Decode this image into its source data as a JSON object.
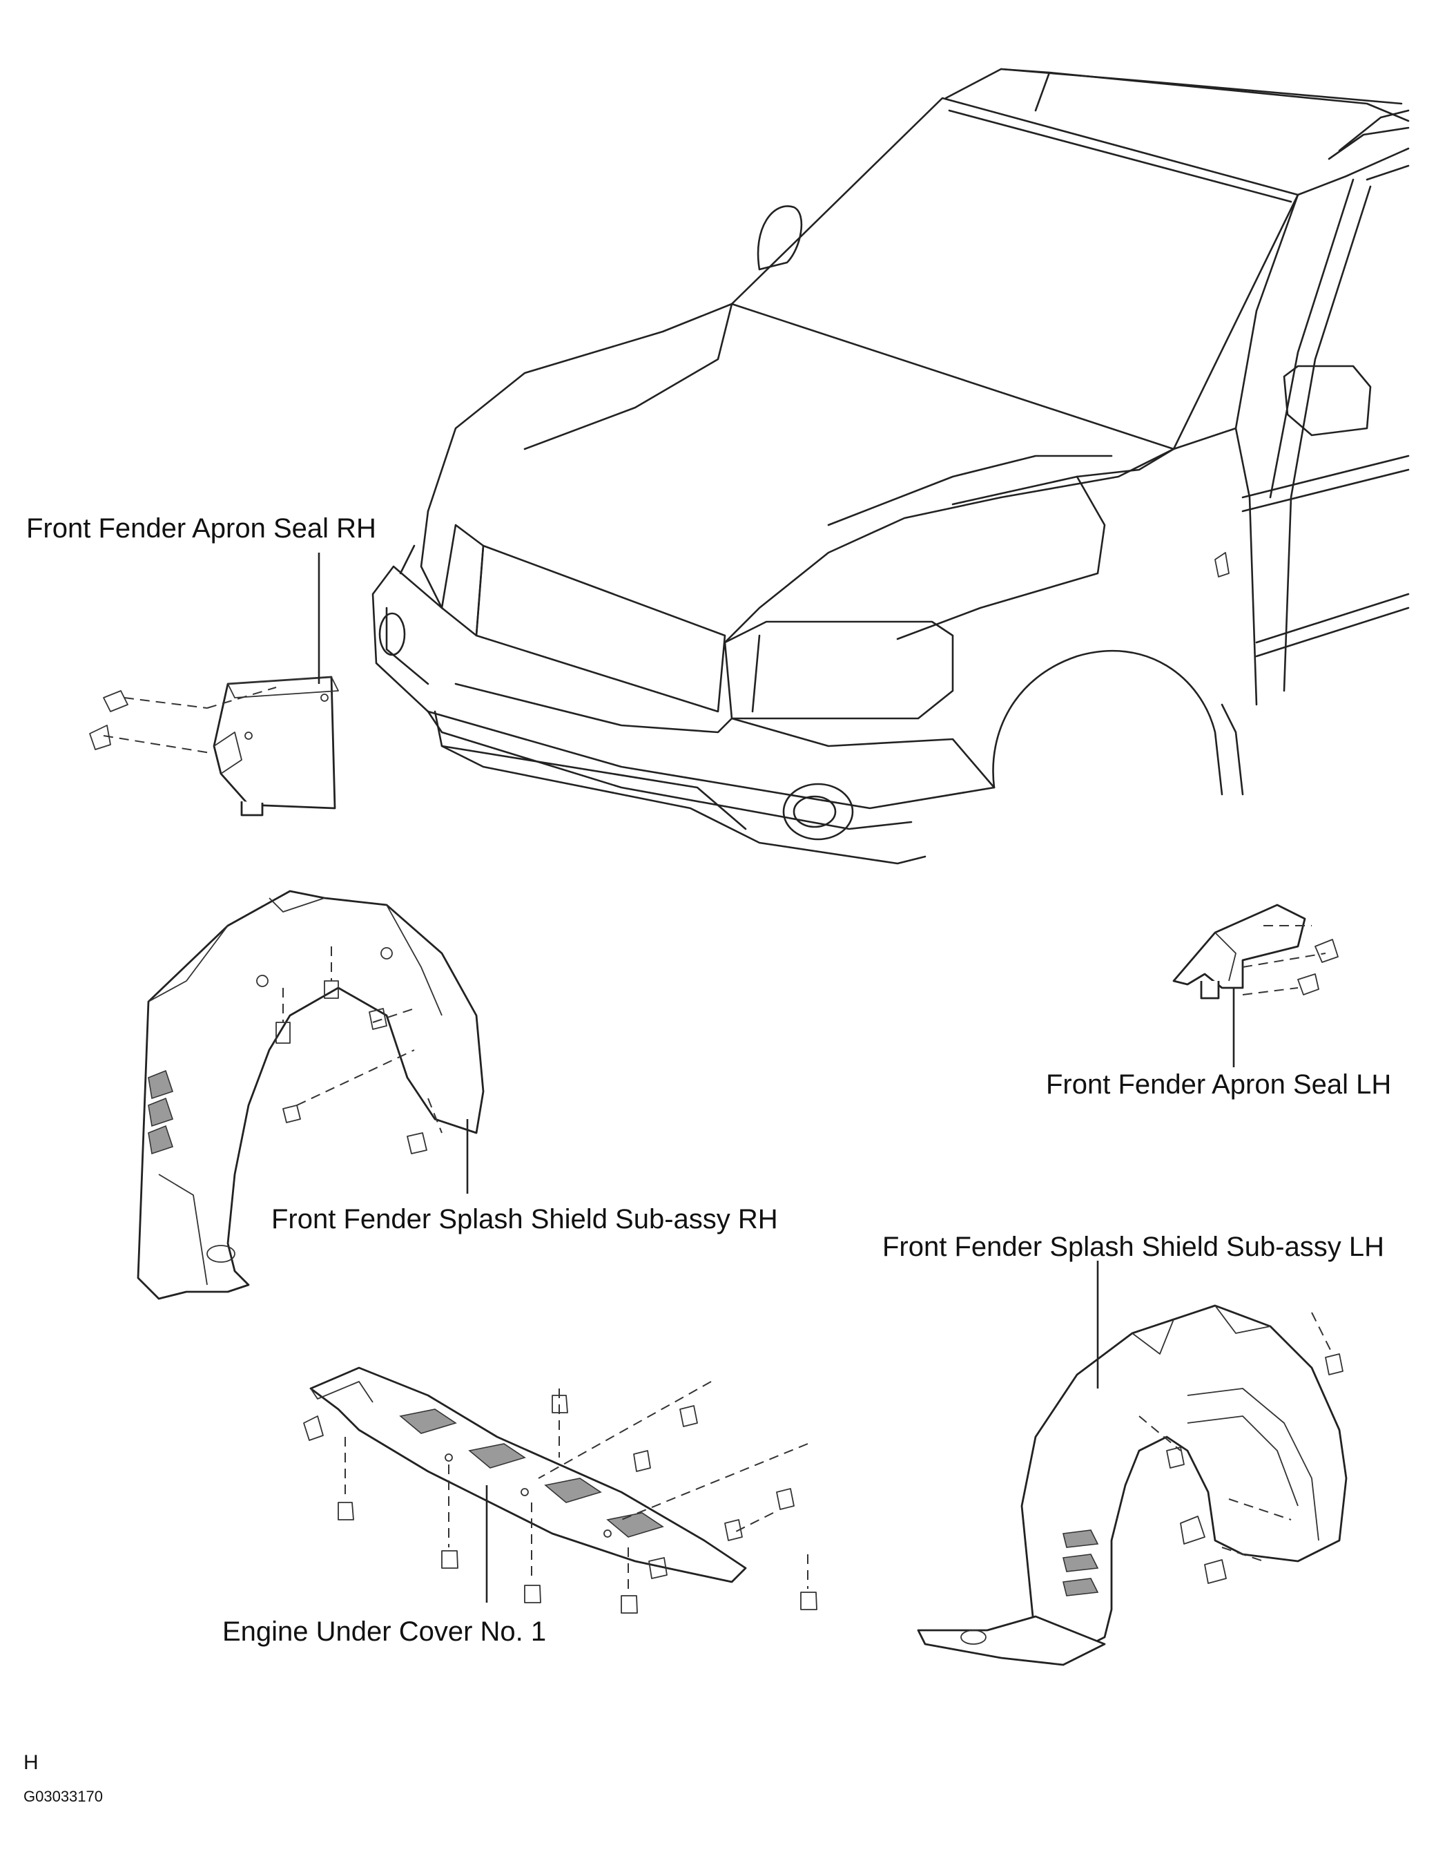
{
  "labels": {
    "apron_rh": "Front Fender Apron Seal RH",
    "apron_lh": "Front Fender Apron Seal LH",
    "splash_rh": "Front Fender Splash Shield Sub-assy RH",
    "splash_lh": "Front Fender Splash Shield Sub-assy LH",
    "under_cover": "Engine Under Cover No. 1"
  },
  "footer": {
    "letter": "H",
    "figure_code": "G03033170"
  }
}
